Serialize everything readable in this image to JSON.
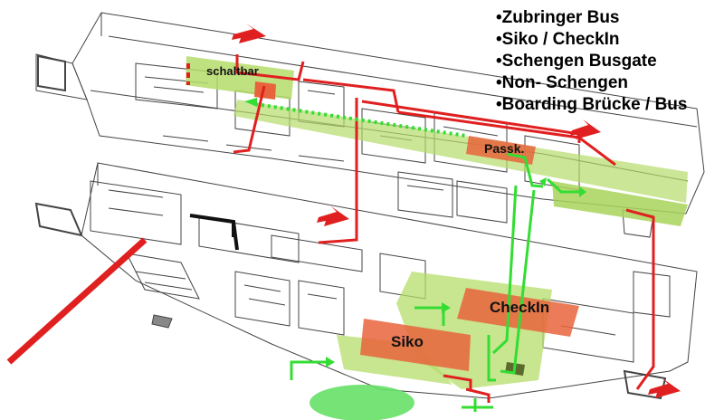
{
  "legend": {
    "items": [
      "Zubringer Bus",
      "Siko / CheckIn",
      "Schengen Busgate",
      "Non- Schengen",
      "Boarding Brücke / Bus"
    ]
  },
  "zones": {
    "schaltbar": "schaltbar",
    "passk": "Passk.",
    "checkin": "CheckIn",
    "siko": "Siko"
  },
  "colors": {
    "route_red": "#e02020",
    "route_green": "#33dd33",
    "zone_green": "#b5dc6a",
    "zone_red": "#e8643c",
    "plan_lines": "#333333",
    "background": "#ffffff"
  }
}
